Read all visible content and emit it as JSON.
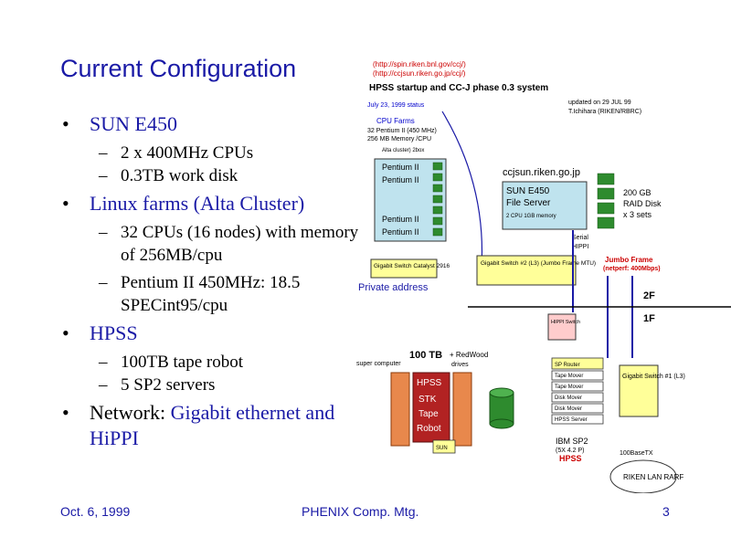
{
  "slide": {
    "title": "Current Configuration",
    "bullets": [
      {
        "text": "SUN E450",
        "subs": [
          "2 x 400MHz CPUs",
          "0.3TB work disk"
        ]
      },
      {
        "text": "Linux farms (Alta Cluster)",
        "subs": [
          "32 CPUs (16 nodes) with memory of 256MB/cpu",
          "Pentium II 450MHz: 18.5 SPECint95/cpu"
        ]
      },
      {
        "text": "HPSS",
        "subs": [
          "100TB tape robot",
          "5 SP2 servers"
        ]
      },
      {
        "text_plain": "Network: ",
        "text_accent": "Gigabit ethernet and HiPPI"
      }
    ],
    "footer": {
      "date": "Oct. 6, 1999",
      "meeting": "PHENIX Comp. Mtg.",
      "page": "3"
    }
  },
  "diagram": {
    "url1": "(http://spin.riken.bnl.gov/ccj/)",
    "url2": "(http://ccjsun.riken.go.jp/ccj/)",
    "heading": "HPSS startup and CC-J phase 0.3 system",
    "status_left": "July 23, 1999 status",
    "status_right1": "updated on 29 JUL 99",
    "status_right2": "T.Ichihara (RIKEN/RBRC)",
    "cpu_farms": "CPU Farms",
    "cpu_line1": "32 Pentium II (450 MHz)",
    "cpu_line2": "256 MB Memory /CPU",
    "alta": "Alta cluster) 2box",
    "pentium": "Pentium II",
    "host": "ccjsun.riken.go.jp",
    "sun_e450": "SUN E450",
    "file_server": "File Server",
    "sun_spec": "2 CPU  1GB memory",
    "disk_200": "200 GB",
    "raid_disk": "RAID Disk",
    "raid_sets": "x 3 sets",
    "serial": "Serial",
    "hippi": "HIPPI",
    "jumbo": "Jumbo Frame",
    "jumbo_perf": "(netperf: 400Mbps)",
    "switch_cisco": "Gigabit Switch Catalyst 2916",
    "private_address": "Private address",
    "gig_switch2": "Gigabit Switch #2 (L3) (Jumbo Frame MTU)",
    "fl_2f": "2F",
    "fl_1f": "1F",
    "tb100": "100 TB",
    "redwood": "+ RedWood",
    "drives": "drives",
    "hpss": "HPSS",
    "stk": "STK",
    "tape": "Tape",
    "robot": "Robot",
    "hpss_servers": [
      "SP Router",
      "Tape Mover",
      "Tape Mover",
      "Disk Mover",
      "Disk Mover",
      "HPSS Server"
    ],
    "ibm_sp2": "IBM SP2",
    "sp2_nodes": "(5X 4.2 P)",
    "hpss_label": "HPSS",
    "gig_switch1": "Gigabit Switch #1 (L3)",
    "riken_lan": "RIKEN LAN RARF",
    "giga_nic": "100BaseTX",
    "hippi_switch": "HIPPI Switch",
    "super_computer": "super computer",
    "sun_label": "SUN"
  },
  "colors": {
    "accent": "#1a1aa6",
    "jumbo": "#cc0000"
  }
}
